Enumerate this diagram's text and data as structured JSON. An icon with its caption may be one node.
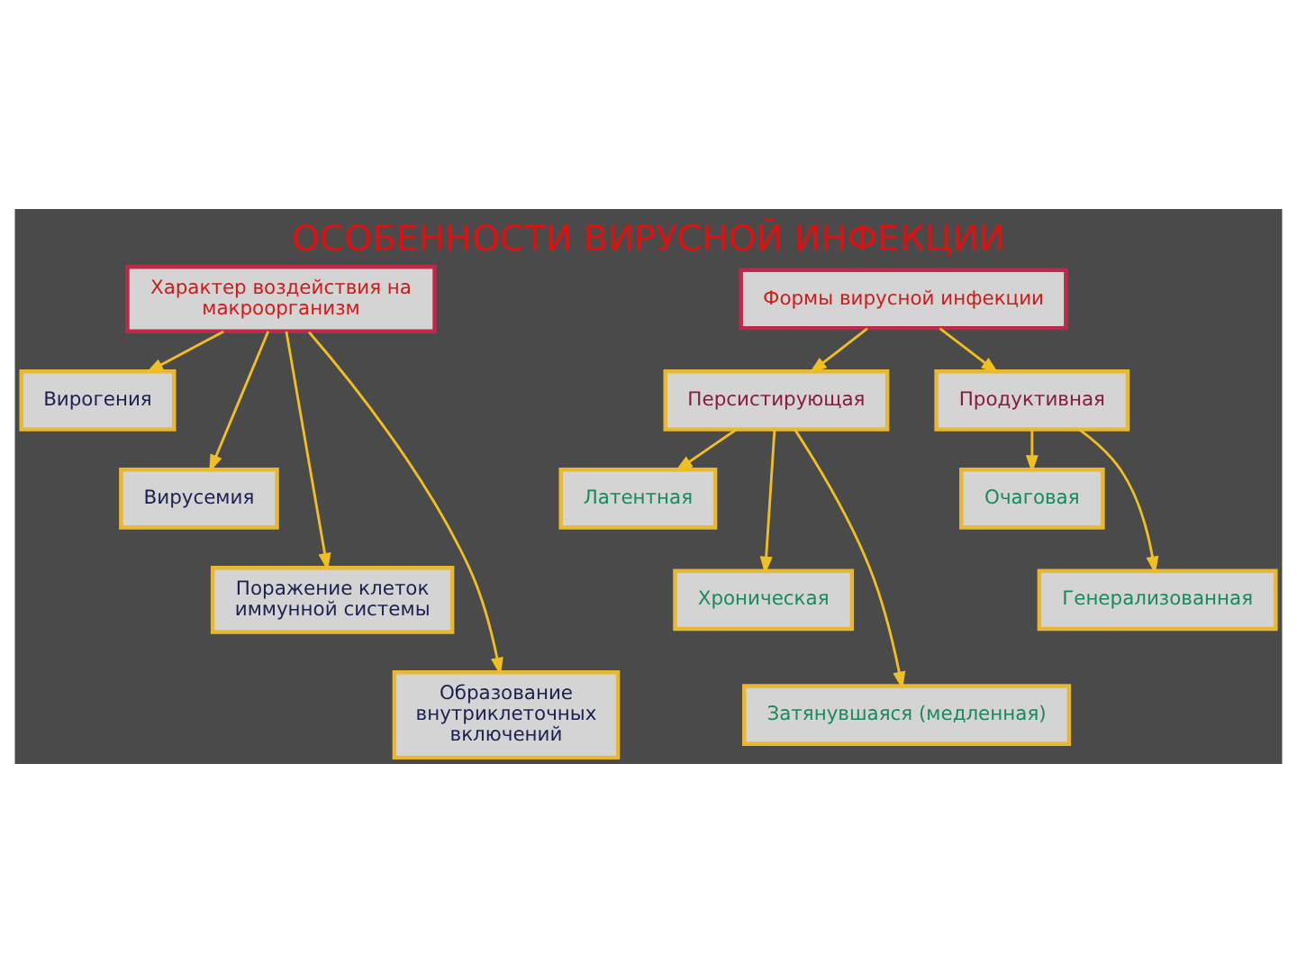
{
  "diagram": {
    "title": "ОСОБЕННОСТИ ВИРУСНОЙ ИНФЕКЦИИ",
    "nodes": [
      {
        "text": [
          "Характер воздействия на макроорганизм"
        ]
      },
      {
        "text": [
          "Формы вирусной инфекции"
        ]
      },
      {
        "text": [
          "Вирогения"
        ]
      },
      {
        "text": [
          "Персистирующая"
        ]
      },
      {
        "text": [
          "Продуктивная"
        ]
      },
      {
        "text": [
          "Вирусемия"
        ]
      },
      {
        "text": [
          "Латентная"
        ]
      },
      {
        "text": [
          "Очаговая"
        ]
      },
      {
        "text": [
          "Поражение клеток иммунной системы"
        ]
      },
      {
        "text": [
          "Хроническая"
        ]
      },
      {
        "text": [
          "Генерализованная"
        ]
      },
      {
        "text": [
          "Образование внутриклеточных включений"
        ]
      },
      {
        "text": [
          "Затянувшаяся (медленная)"
        ]
      }
    ],
    "edges": [
      {
        "from": 0,
        "to": 2,
        "arrow": "to"
      },
      {
        "from": 0,
        "to": 5,
        "arrow": "to"
      },
      {
        "from": 0,
        "to": 8,
        "arrow": "to"
      },
      {
        "from": 0,
        "to": 11,
        "arrow": "to"
      },
      {
        "from": 1,
        "to": 3,
        "arrow": "to"
      },
      {
        "from": 1,
        "to": 4,
        "arrow": "to"
      },
      {
        "from": 3,
        "to": 6,
        "arrow": "to"
      },
      {
        "from": 3,
        "to": 9,
        "arrow": "to"
      },
      {
        "from": 3,
        "to": 12,
        "arrow": "to"
      },
      {
        "from": 4,
        "to": 7,
        "arrow": "to"
      },
      {
        "from": 4,
        "to": 10,
        "arrow": "to"
      }
    ]
  }
}
